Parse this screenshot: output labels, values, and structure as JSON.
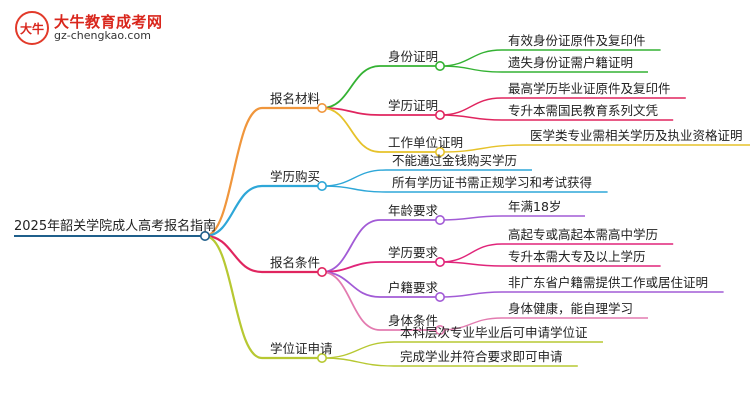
{
  "logo": {
    "mark": "大牛",
    "title": "大牛教育成考网",
    "url": "gz-chengkao.com"
  },
  "root": "2025年韶关学院成人高考报名指南",
  "branches": [
    {
      "label": "报名材料",
      "color": "#f0963c",
      "children": [
        {
          "label": "身份证明",
          "color": "#34b233",
          "leaves": [
            "有效身份证原件及复印件",
            "遗失身份证需户籍证明"
          ]
        },
        {
          "label": "学历证明",
          "color": "#e0255f",
          "leaves": [
            "最高学历毕业证原件及复印件",
            "专升本需国民教育系列文凭"
          ]
        },
        {
          "label": "工作单位证明",
          "color": "#e6c22a",
          "leaves": [
            "医学类专业需相关学历及执业资格证明"
          ]
        }
      ]
    },
    {
      "label": "学历购买",
      "color": "#2ea7d8",
      "leaves": [
        "不能通过金钱购买学历",
        "所有学历证书需正规学习和考试获得"
      ]
    },
    {
      "label": "报名条件",
      "color": "#e0255f",
      "children": [
        {
          "label": "年龄要求",
          "color": "#a25bd6",
          "leaves": [
            "年满18岁"
          ]
        },
        {
          "label": "学历要求",
          "color": "#e0257a",
          "leaves": [
            "高起专或高起本需高中学历",
            "专升本需大专及以上学历"
          ]
        },
        {
          "label": "户籍要求",
          "color": "#a25bd6",
          "leaves": [
            "非广东省户籍需提供工作或居住证明"
          ]
        },
        {
          "label": "身体条件",
          "color": "#e37bb0",
          "leaves": [
            "身体健康，能自理学习"
          ]
        }
      ]
    },
    {
      "label": "学位证申请",
      "color": "#b7c832",
      "leaves": [
        "本科层次专业毕业后可申请学位证",
        "完成学业并符合要求即可申请"
      ]
    }
  ]
}
